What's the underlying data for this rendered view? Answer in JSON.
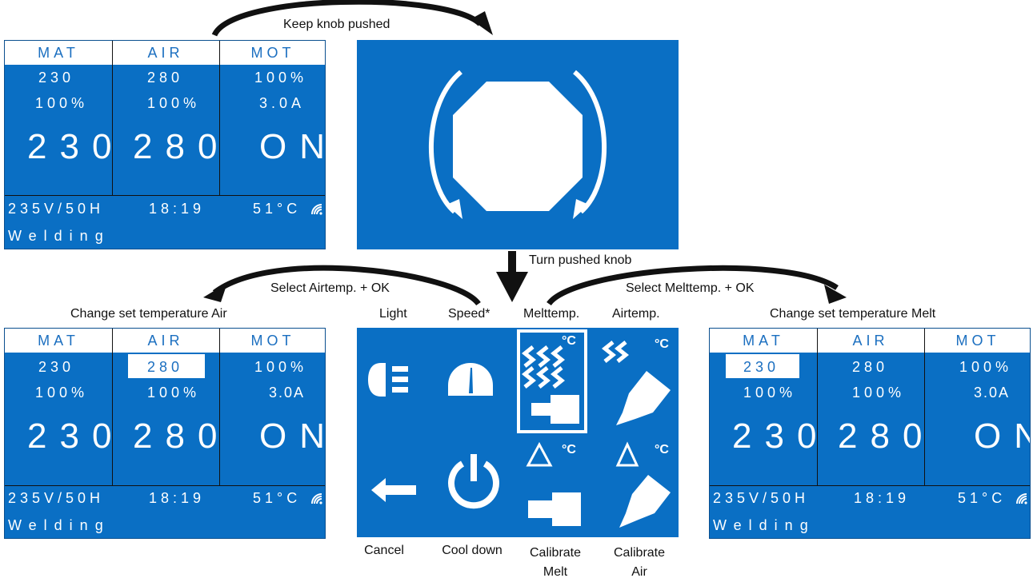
{
  "captions": {
    "keep_pushed": "Keep knob pushed",
    "turn_pushed": "Turn pushed knob",
    "select_air": "Select Airtemp. + OK",
    "select_melt": "Select Melttemp. + OK",
    "change_air": "Change set temperature Air",
    "change_melt": "Change set temperature Melt"
  },
  "menu": {
    "top_labels": [
      "Light",
      "Speed*",
      "Melttemp.",
      "Airtemp."
    ],
    "bottom_labels": [
      "Cancel",
      "Cool down",
      "Calibrate Melt",
      "Calibrate Air"
    ],
    "unit": "°C"
  },
  "display": {
    "headers": [
      "MAT",
      "AIR",
      "MOT"
    ],
    "row1": [
      "230",
      "280",
      "100%"
    ],
    "row2": [
      "100%",
      "100%",
      "3.0A"
    ],
    "big": [
      "230",
      "280",
      "ON"
    ],
    "voltage": "235V/50H",
    "time": "18:19",
    "temp": "51°C",
    "status": "Welding"
  },
  "colors": {
    "panel_blue": "#0a6fc4",
    "header_text": "#1b6fc0",
    "arrow": "#111111"
  }
}
